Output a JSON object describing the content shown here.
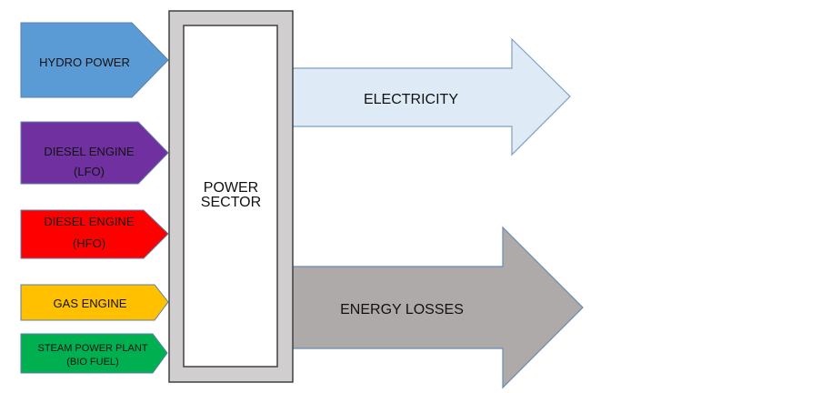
{
  "inputs": [
    {
      "id": "hydro",
      "lines": [
        "HYDRO POWER"
      ],
      "color": "#5b9bd5"
    },
    {
      "id": "diesel-lfo",
      "lines": [
        "DIESEL ENGINE",
        "(LFO)"
      ],
      "color": "#7030a0"
    },
    {
      "id": "diesel-hfo",
      "lines": [
        "DIESEL ENGINE",
        "(HFO)"
      ],
      "color": "#ff0000"
    },
    {
      "id": "gas",
      "lines": [
        "GAS ENGINE"
      ],
      "color": "#ffc000"
    },
    {
      "id": "steam",
      "lines": [
        "STEAM POWER PLANT",
        "(BIO FUEL)"
      ],
      "color": "#00b050"
    }
  ],
  "center": {
    "lines": [
      "POWER",
      "SECTOR"
    ],
    "frame_color": "#d0cece",
    "border_color": "#404040"
  },
  "outputs": [
    {
      "id": "electricity",
      "label": "ELECTRICITY",
      "color": "#deebf7",
      "border": "#7f9fbf"
    },
    {
      "id": "energy-losses",
      "label": "ENERGY LOSSES",
      "color": "#aeaaaa",
      "border": "#6a8bb0"
    }
  ],
  "edge_color": "#5b7fa8"
}
